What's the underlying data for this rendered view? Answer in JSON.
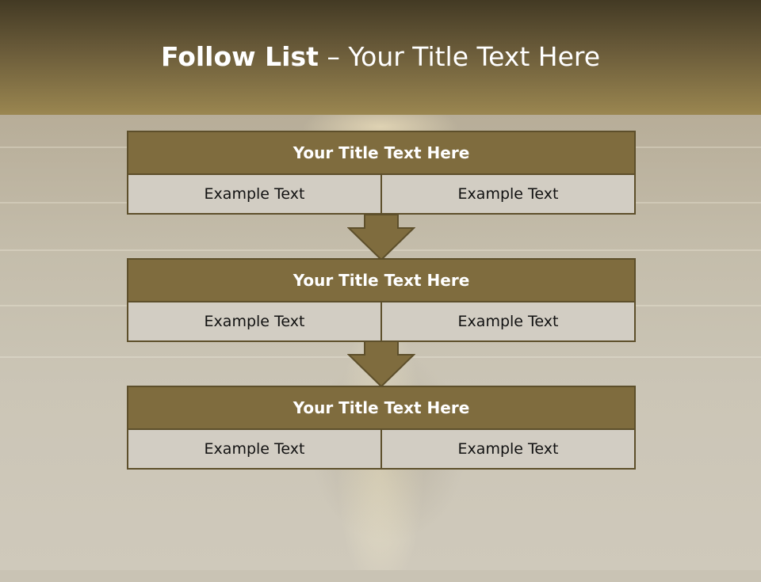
{
  "header": {
    "title_bold": "Follow List",
    "title_rest": " – Your Title Text Here"
  },
  "blocks": [
    {
      "title": "Your Title Text Here",
      "left": "Example Text",
      "right": "Example Text"
    },
    {
      "title": "Your Title Text Here",
      "left": "Example Text",
      "right": "Example Text"
    },
    {
      "title": "Your Title Text Here",
      "left": "Example Text",
      "right": "Example Text"
    }
  ],
  "colors": {
    "header_dark": "#433a24",
    "header_light": "#9a8650",
    "block_title_bg": "#7f6c3e",
    "cell_bg": "#d2cdc3"
  }
}
